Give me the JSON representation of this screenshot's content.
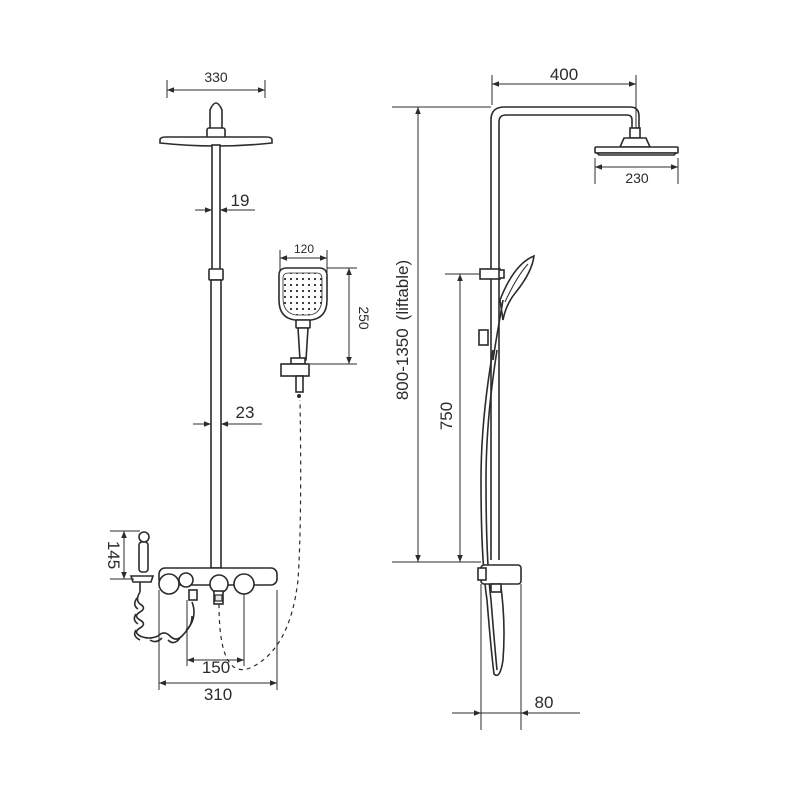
{
  "front_view": {
    "dim_head_width": "330",
    "dim_pipe_upper": "19",
    "dim_pipe_lower": "23",
    "dim_bidet_height": "145",
    "dim_valve_centers": "150",
    "dim_total_width": "310"
  },
  "hand_shower": {
    "dim_width": "120",
    "dim_length": "250"
  },
  "side_view": {
    "dim_arm_reach": "400",
    "dim_head_diameter": "230",
    "dim_height_range": "800-1350",
    "dim_height_note": "(liftable)",
    "dim_slide_height": "750",
    "dim_wall_offset": "80"
  }
}
